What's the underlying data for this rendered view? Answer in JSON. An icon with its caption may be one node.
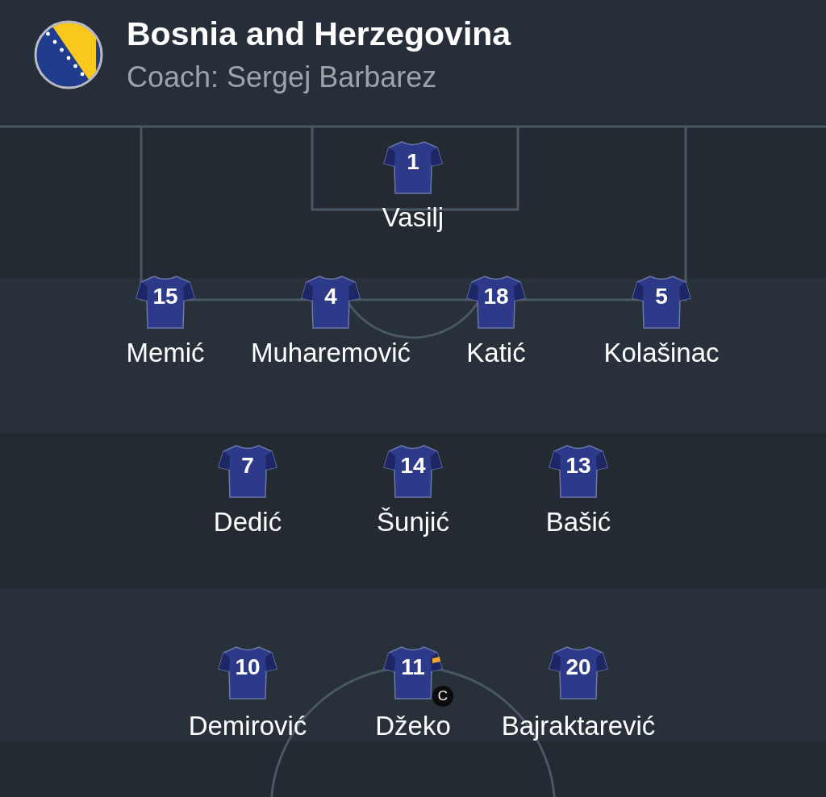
{
  "diagram": {
    "title": "Bosnia and Herzegovina",
    "nodes": [
      {
        "text": [
          "1"
        ],
        "beside": [
          "Vasilj"
        ]
      },
      {
        "text": [
          "15"
        ],
        "beside": [
          "Memić"
        ]
      },
      {
        "text": [
          "4"
        ],
        "beside": [
          "Muharemović"
        ]
      },
      {
        "text": [
          "18"
        ],
        "beside": [
          "Katić"
        ]
      },
      {
        "text": [
          "5"
        ],
        "beside": [
          "Kolašinac"
        ]
      },
      {
        "text": [
          "7"
        ],
        "beside": [
          "Dedić"
        ]
      },
      {
        "text": [
          "14"
        ],
        "beside": [
          "Šunjić"
        ]
      },
      {
        "text": [
          "13"
        ],
        "beside": [
          "Bašić"
        ]
      },
      {
        "text": [
          "10"
        ],
        "beside": [
          "Demirović"
        ]
      },
      {
        "text": [
          "11"
        ],
        "beside": [
          "Džeko"
        ]
      },
      {
        "text": [
          "20"
        ],
        "beside": [
          "Bajraktarević"
        ]
      }
    ],
    "labels": [
      "Coach: Sergej Barbarez",
      "C"
    ]
  }
}
